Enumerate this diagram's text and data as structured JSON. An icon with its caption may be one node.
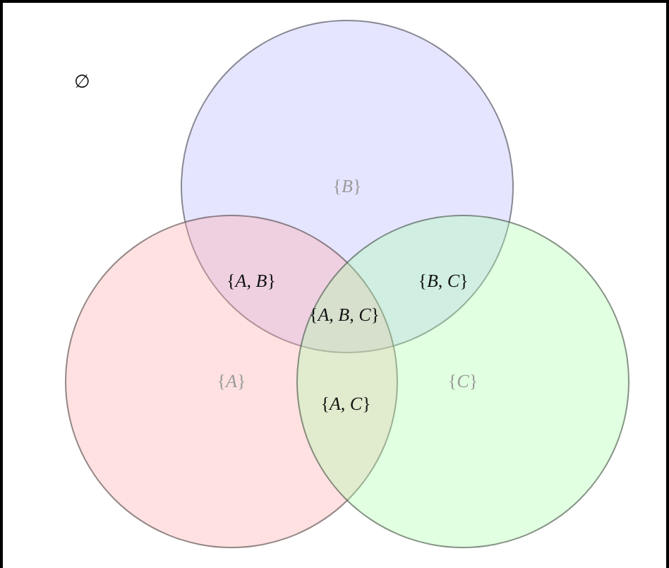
{
  "diagram": {
    "nodes": [
      {
        "text": [
          "{*B*}"
        ]
      },
      {
        "text": [
          "{*A*}"
        ]
      },
      {
        "text": [
          "{*C*}"
        ]
      }
    ],
    "labels": [
      "∅",
      "{*A*, *B*}",
      "{*B*, *C*}",
      "{*A*, *B*, *C*}",
      "{*A*, *C*}"
    ]
  }
}
